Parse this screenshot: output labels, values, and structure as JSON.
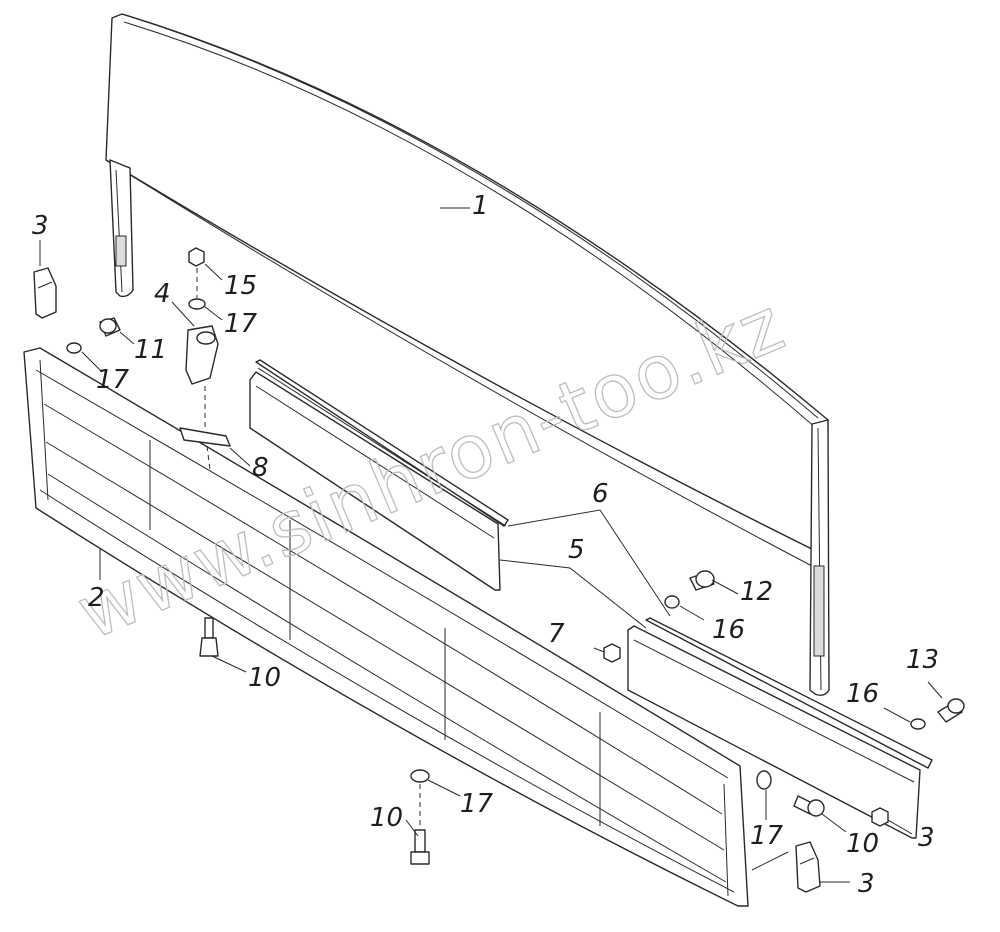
{
  "diagram": {
    "labels": [
      {
        "id": "1",
        "text": "1"
      },
      {
        "id": "2",
        "text": "2"
      },
      {
        "id": "3a",
        "text": "3"
      },
      {
        "id": "3b",
        "text": "3"
      },
      {
        "id": "3c",
        "text": "3"
      },
      {
        "id": "4",
        "text": "4"
      },
      {
        "id": "5",
        "text": "5"
      },
      {
        "id": "6",
        "text": "6"
      },
      {
        "id": "7",
        "text": "7"
      },
      {
        "id": "8",
        "text": "8"
      },
      {
        "id": "10a",
        "text": "10"
      },
      {
        "id": "10b",
        "text": "10"
      },
      {
        "id": "10c",
        "text": "10"
      },
      {
        "id": "11",
        "text": "11"
      },
      {
        "id": "12",
        "text": "12"
      },
      {
        "id": "13",
        "text": "13"
      },
      {
        "id": "15",
        "text": "15"
      },
      {
        "id": "16a",
        "text": "16"
      },
      {
        "id": "16b",
        "text": "16"
      },
      {
        "id": "17a",
        "text": "17"
      },
      {
        "id": "17b",
        "text": "17"
      },
      {
        "id": "17c",
        "text": "17"
      },
      {
        "id": "17d",
        "text": "17"
      }
    ],
    "watermark": "www.sinhron-too.kz"
  }
}
